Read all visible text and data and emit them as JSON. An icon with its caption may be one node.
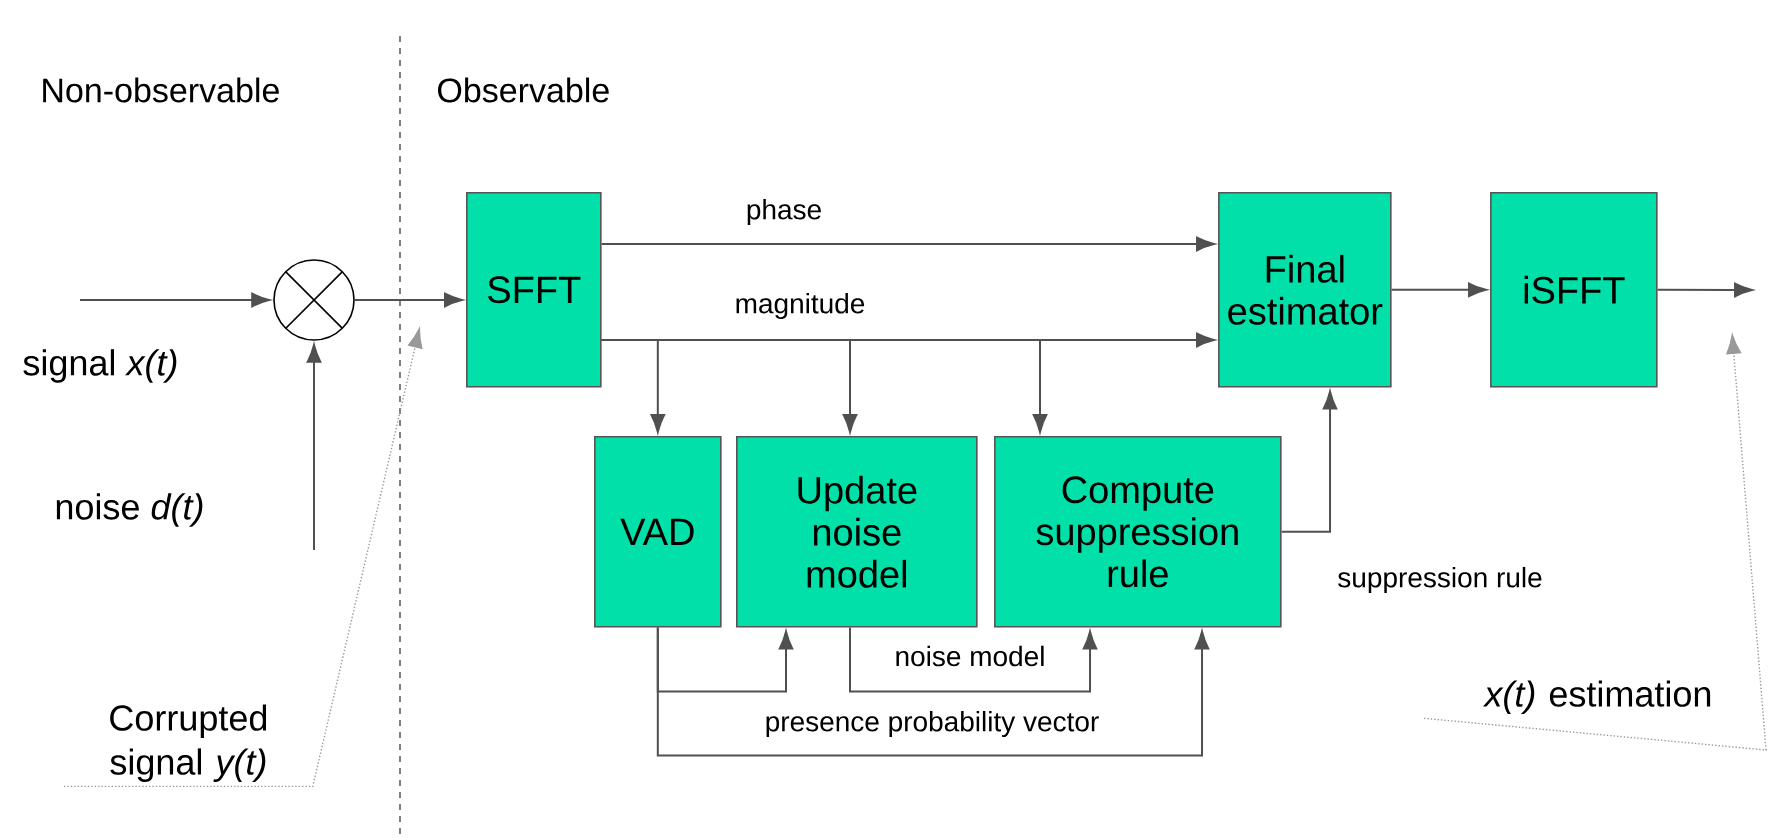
{
  "diagram": {
    "nodes": [
      {
        "text": [],
        "shape": "circle"
      },
      {
        "text": [
          "SFFT"
        ]
      },
      {
        "text": [
          "Final estimator"
        ]
      },
      {
        "text": [
          "iSFFT"
        ]
      },
      {
        "text": [
          "VAD"
        ]
      },
      {
        "text": [
          "Update noise model"
        ]
      },
      {
        "text": [
          "Compute suppression rule"
        ]
      },
      {
        "text": [
          "Corrupted signal *y(t)*"
        ]
      },
      {
        "text": [
          "*x(t)* estimation"
        ]
      }
    ],
    "edges": [
      {
        "from": null,
        "to": 0,
        "arrow": "to",
        "label": "signal *x(t)*"
      },
      {
        "from": null,
        "to": 0,
        "arrow": "to",
        "label": "noise *d(t)*"
      },
      {
        "from": 0,
        "to": 1,
        "arrow": "to"
      },
      {
        "from": 1,
        "to": 2,
        "arrow": "to",
        "label": "phase"
      },
      {
        "from": 1,
        "to": 2,
        "arrow": "to",
        "label": "magnitude"
      },
      {
        "from": 1,
        "to": 4,
        "arrow": "to"
      },
      {
        "from": 1,
        "to": 5,
        "arrow": "to"
      },
      {
        "from": 1,
        "to": 6,
        "arrow": "to"
      },
      {
        "from": 6,
        "to": 2,
        "arrow": "to",
        "label": "suppression rule"
      },
      {
        "from": 2,
        "to": 3,
        "arrow": "to"
      },
      {
        "from": 3,
        "to": null,
        "arrow": "to"
      },
      {
        "from": 4,
        "to": 5,
        "arrow": "to"
      },
      {
        "from": 5,
        "to": 6,
        "arrow": "to",
        "label": "noise model"
      },
      {
        "from": 4,
        "to": 6,
        "arrow": "to",
        "label": "presence probability vector"
      },
      {
        "from": 7,
        "to": null,
        "arrow": "to",
        "style": "dashed",
        "color": "#999999"
      },
      {
        "from": 8,
        "to": null,
        "arrow": "to",
        "style": "dashed",
        "color": "#999999"
      }
    ],
    "labels": [
      "Non-observable",
      "Observable"
    ]
  }
}
